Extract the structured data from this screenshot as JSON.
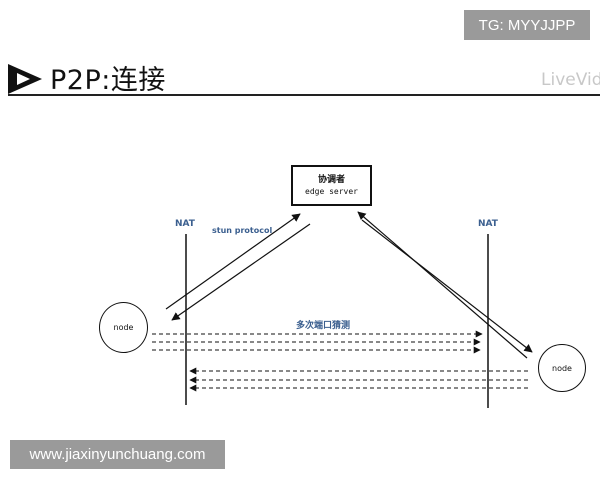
{
  "header": {
    "title": "P2P:连接",
    "logo_text": "LiveVid",
    "tg_badge": "TG: MYYJJPP"
  },
  "diagram": {
    "coordinator_title": "协调者",
    "coordinator_subtitle": "edge server",
    "node_left_label": "node",
    "node_right_label": "node",
    "nat_left_label": "NAT",
    "nat_right_label": "NAT",
    "stun_label": "stun protocol",
    "hole_punch_label": "多次端口猜测"
  },
  "footer": {
    "site_badge": "www.jiaxinyunchuang.com"
  },
  "colors": {
    "label_blue": "#3b5f8f",
    "line": "#111111",
    "badge_gray": "#9a9a9a"
  }
}
